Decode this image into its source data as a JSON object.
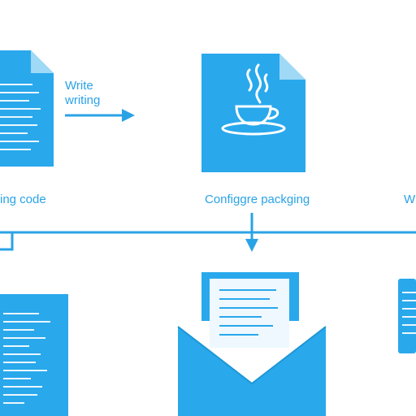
{
  "steps": {
    "write_title": "Write",
    "write_subtitle": "writing",
    "left_label": "ing code",
    "center_label": "Configgre packging",
    "right_label": "W"
  },
  "colors": {
    "primary": "#29a8ec",
    "line": "#2aa3e6",
    "text": "#2aa3e6",
    "background": "#ffffff",
    "page": "#eef8fe"
  },
  "icons": [
    "document-icon",
    "java-coffee-icon",
    "envelope-icon",
    "arrow-right-icon",
    "arrow-down-icon"
  ]
}
